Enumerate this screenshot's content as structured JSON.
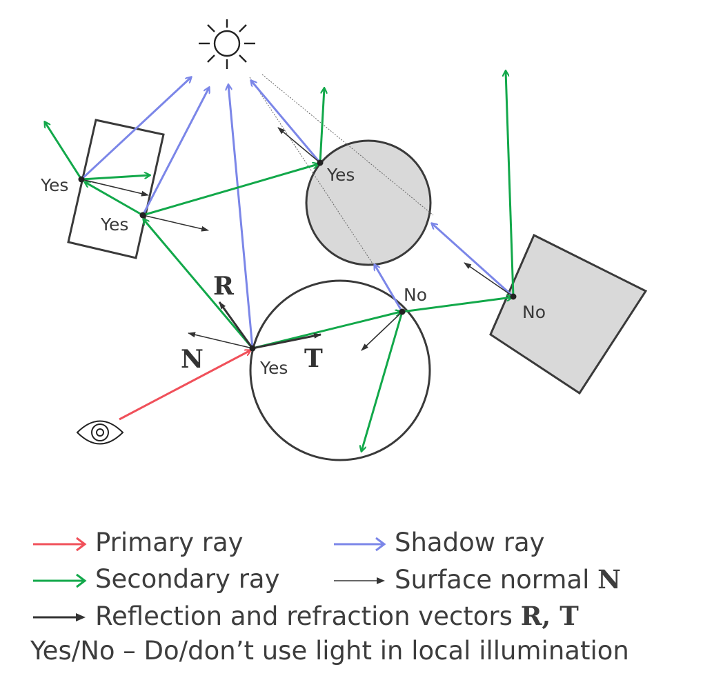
{
  "colors": {
    "primary_ray": "#f0505a",
    "shadow_ray": "#7b86e8",
    "secondary_ray": "#12a84a",
    "surface_normal": "#333333",
    "reflection_refraction": "#333333",
    "opaque_fill": "#d9d9d9",
    "outline": "#3a3a3a"
  },
  "icons": {
    "light": "sun-icon",
    "viewer": "eye-icon"
  },
  "scene": {
    "labels": {
      "rect_top": "Yes",
      "rect_bottom": "Yes",
      "gray_circle": "Yes",
      "clear_circle_entry": "Yes",
      "clear_circle_exit": "No",
      "gray_box": "No"
    },
    "vectors": {
      "reflection": "R",
      "normal": "N",
      "refraction": "T"
    }
  },
  "legend": {
    "primary": "Primary ray",
    "shadow": "Shadow ray",
    "secondary": "Secondary ray",
    "normal_text": "Surface normal ",
    "normal_symbol": "N",
    "reflection_text": "Reflection and refraction vectors ",
    "reflection_symbols": "R, T",
    "note": "Yes/No – Do/don’t use light in local illumination"
  }
}
